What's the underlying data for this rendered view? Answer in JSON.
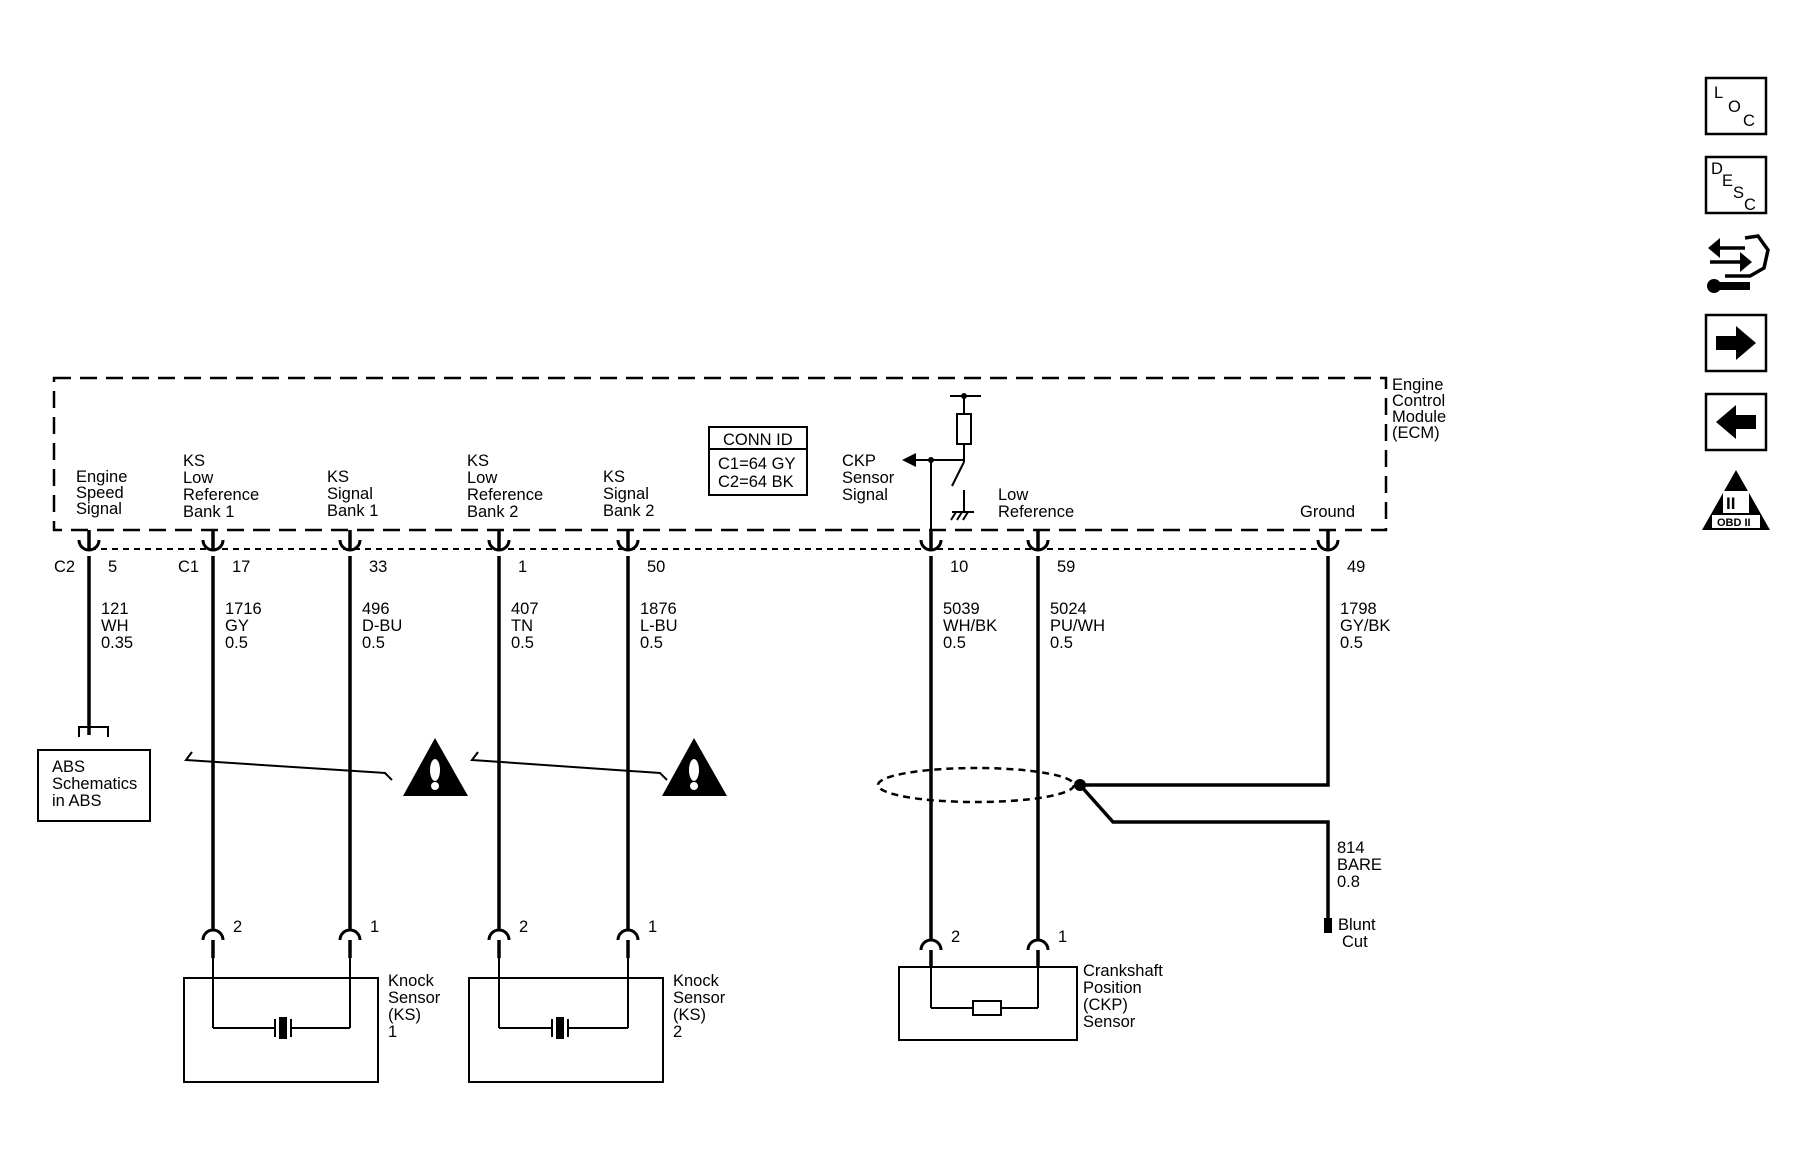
{
  "module": {
    "label": [
      "Engine",
      "Control",
      "Module",
      "(ECM)"
    ],
    "conn_id": {
      "title": "CONN ID",
      "lines": [
        "C1=64 GY",
        "C2=64 BK"
      ]
    },
    "connector_c2": "C2",
    "connector_c1": "C1"
  },
  "pins": [
    {
      "label": [
        "Engine",
        "Speed",
        "Signal"
      ],
      "pin": "5",
      "circuit": "121",
      "color": "WH",
      "gauge": "0.35"
    },
    {
      "label": [
        "KS",
        "Low",
        "Reference",
        "Bank 1"
      ],
      "pin": "17",
      "circuit": "1716",
      "color": "GY",
      "gauge": "0.5"
    },
    {
      "label": [
        "KS",
        "Signal",
        "Bank 1"
      ],
      "pin": "33",
      "circuit": "496",
      "color": "D-BU",
      "gauge": "0.5"
    },
    {
      "label": [
        "KS",
        "Low",
        "Reference",
        "Bank 2"
      ],
      "pin": "1",
      "circuit": "407",
      "color": "TN",
      "gauge": "0.5"
    },
    {
      "label": [
        "KS",
        "Signal",
        "Bank 2"
      ],
      "pin": "50",
      "circuit": "1876",
      "color": "L-BU",
      "gauge": "0.5"
    },
    {
      "label": [
        "CKP",
        "Sensor",
        "Signal"
      ],
      "pin": "10",
      "circuit": "5039",
      "color": "WH/BK",
      "gauge": "0.5"
    },
    {
      "label": [
        "Low",
        "Reference"
      ],
      "pin": "59",
      "circuit": "5024",
      "color": "PU/WH",
      "gauge": "0.5"
    },
    {
      "label": [
        "Ground"
      ],
      "pin": "49",
      "circuit": "1798",
      "color": "GY/BK",
      "gauge": "0.5"
    }
  ],
  "abs": [
    "ABS",
    "Schematics",
    "in ABS"
  ],
  "ks1": {
    "pins": [
      "2",
      "1"
    ],
    "label": [
      "Knock",
      "Sensor",
      "(KS)",
      "1"
    ]
  },
  "ks2": {
    "pins": [
      "2",
      "1"
    ],
    "label": [
      "Knock",
      "Sensor",
      "(KS)",
      "2"
    ]
  },
  "ckp": {
    "pins": [
      "2",
      "1"
    ],
    "label": [
      "Crankshaft",
      "Position",
      "(CKP)",
      "Sensor"
    ]
  },
  "drain": {
    "circuit": "814",
    "color": "BARE",
    "gauge": "0.8",
    "end_label": [
      "Blunt",
      "Cut"
    ]
  },
  "side_buttons": {
    "loc": [
      "L",
      "O",
      "C"
    ],
    "desc": [
      "D",
      "E",
      "S",
      "C"
    ],
    "obd": "OBD II",
    "obd_mark": "II"
  }
}
